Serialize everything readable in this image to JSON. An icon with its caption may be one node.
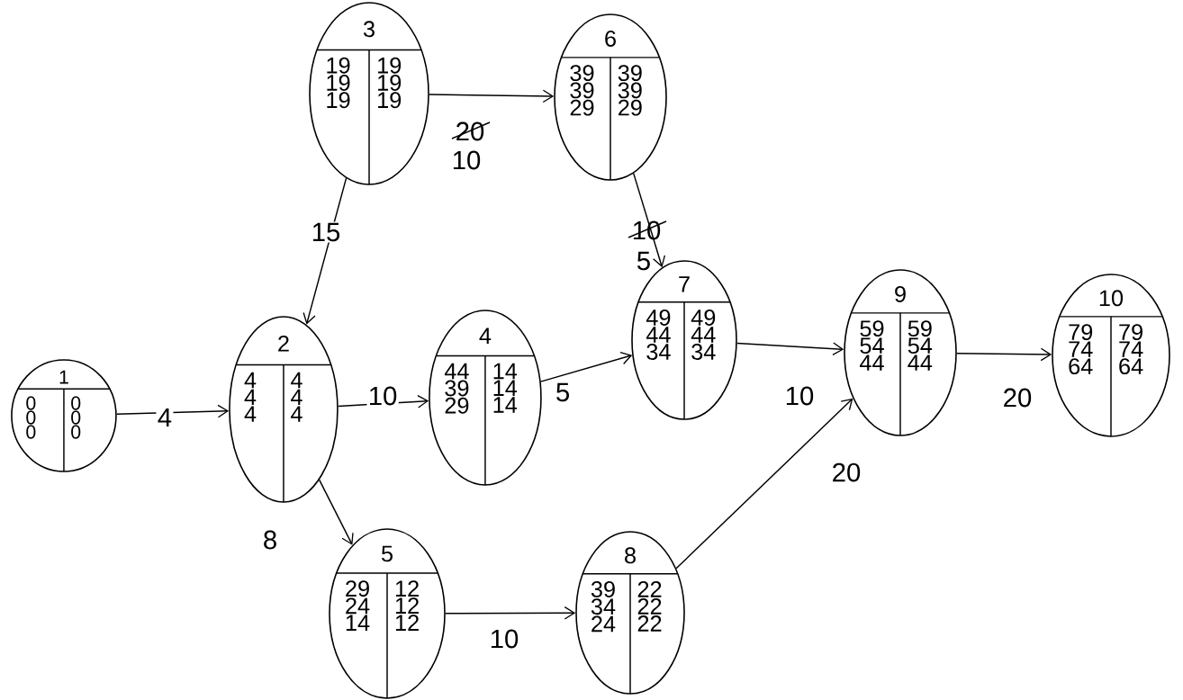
{
  "diagram": {
    "nodes": [
      {
        "text": [
          "1",
          "0 0 0",
          "0 0 0"
        ]
      },
      {
        "text": [
          "2",
          "4 4 4",
          "4 4 4"
        ]
      },
      {
        "text": [
          "3",
          "19 19 19",
          "19 19 19"
        ]
      },
      {
        "text": [
          "4",
          "44 39 29",
          "14 14 14"
        ]
      },
      {
        "text": [
          "5",
          "29 24 14",
          "12 12 12"
        ]
      },
      {
        "text": [
          "6",
          "39 39 29",
          "39 39 29"
        ]
      },
      {
        "text": [
          "7",
          "49 44 34",
          "49 44 34"
        ]
      },
      {
        "text": [
          "8",
          "39 34 24",
          "22 22 22"
        ]
      },
      {
        "text": [
          "9",
          "59 54 44",
          "59 54 44"
        ]
      },
      {
        "text": [
          "10",
          "79 74 64",
          "79 74 64"
        ]
      }
    ],
    "edges": [
      {
        "from": 0,
        "to": 1,
        "arrow": "to",
        "label": "4"
      },
      {
        "from": 2,
        "to": 1,
        "arrow": "to",
        "label": "15"
      },
      {
        "from": 2,
        "to": 5,
        "arrow": "to",
        "label": "10"
      },
      {
        "from": 1,
        "to": 3,
        "arrow": "to",
        "label": "10"
      },
      {
        "from": 1,
        "to": 4,
        "arrow": "to",
        "label": "8"
      },
      {
        "from": 3,
        "to": 6,
        "arrow": "to",
        "label": "5"
      },
      {
        "from": 5,
        "to": 6,
        "arrow": "to",
        "label": "5"
      },
      {
        "from": 4,
        "to": 7,
        "arrow": "to",
        "label": "10"
      },
      {
        "from": 6,
        "to": 8,
        "arrow": "to",
        "label": "10"
      },
      {
        "from": 7,
        "to": 8,
        "arrow": "to",
        "label": "20"
      },
      {
        "from": 8,
        "to": 9,
        "arrow": "to",
        "label": "20"
      }
    ],
    "labels": [
      "20",
      "10"
    ]
  }
}
